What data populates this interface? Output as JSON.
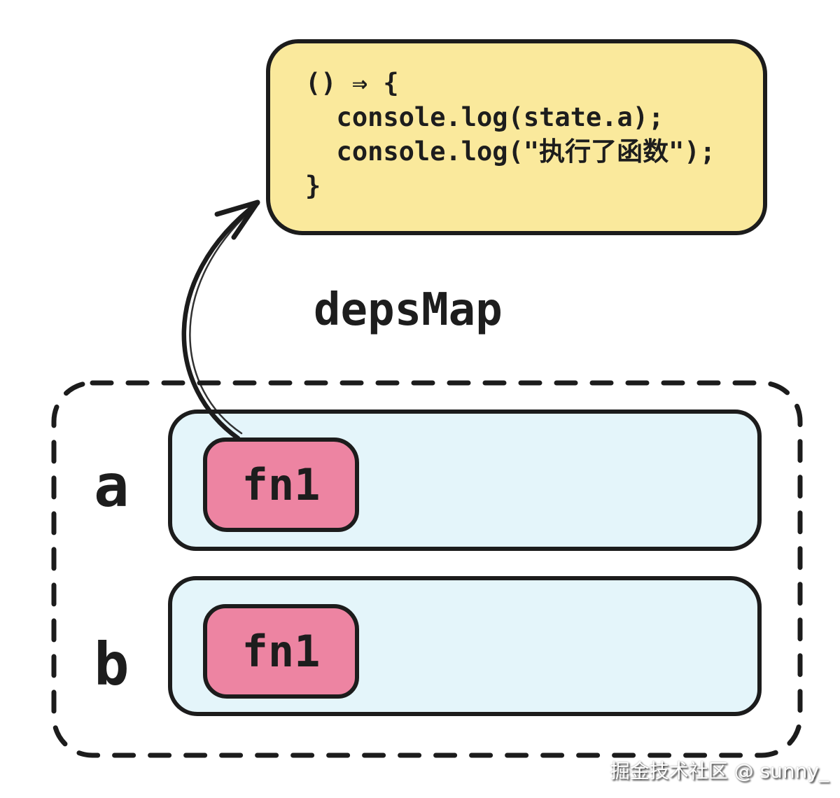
{
  "colors": {
    "background": "#ffffff",
    "ink": "#1c1c1c",
    "code_box_fill": "#fae99c",
    "dep_set_fill": "#e4f5fa",
    "dep_chip_fill": "#ed84a2",
    "watermark_text": "#ffffff"
  },
  "code_box": {
    "code": "() ⇒ {\n  console.log(state.a);\n  console.log(\"执行了函数\");\n}"
  },
  "map_label": "depsMap",
  "deps_map": {
    "rows": [
      {
        "key": "a",
        "deps": [
          "fn1"
        ]
      },
      {
        "key": "b",
        "deps": [
          "fn1"
        ]
      }
    ]
  },
  "watermark": "掘金技术社区 @ sunny_"
}
